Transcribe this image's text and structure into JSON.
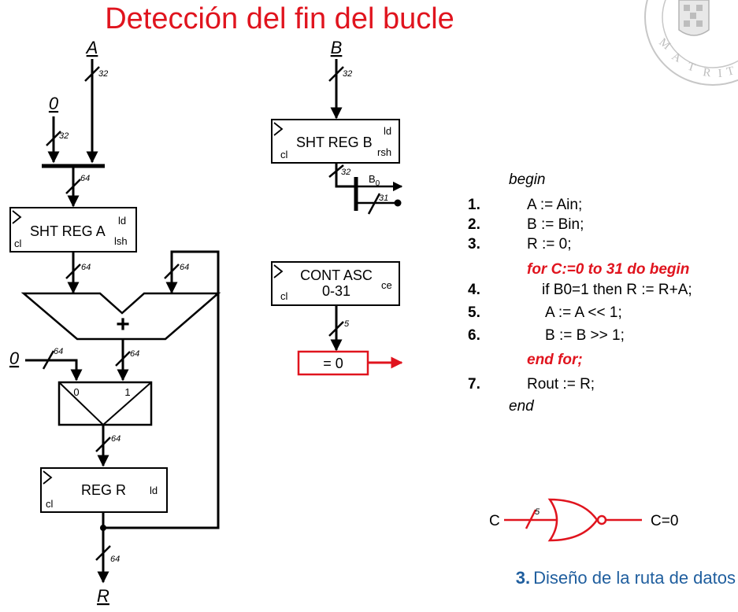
{
  "title": "Detección del fin del bucle",
  "colors": {
    "accent": "#e0141e",
    "footer_blue": "#1f5e9e",
    "ink": "#000000"
  },
  "signals": {
    "a": "A",
    "b": "B",
    "zero_top": "0",
    "zero_mid": "0",
    "r": "R"
  },
  "widths": {
    "a": "32",
    "zero": "32",
    "concat": "64",
    "rega_out": "64",
    "fb": "64",
    "sum": "64",
    "zero_mid": "64",
    "mux_out": "64",
    "r_out": "64",
    "b": "32",
    "regb_out": "32",
    "b31": "31",
    "cnt": "5",
    "nor_in": "5"
  },
  "blocks": {
    "rega": {
      "name": "SHT REG A",
      "sub": "lsh",
      "ld": "ld",
      "cl": "cl"
    },
    "regb": {
      "name": "SHT REG B",
      "sub": "rsh",
      "ld": "ld",
      "cl": "cl"
    },
    "regr": {
      "name": "REG R",
      "ld": "ld",
      "cl": "cl"
    },
    "cont": {
      "line1": "CONT ASC",
      "line2": "0-31",
      "ce": "ce",
      "cl": "cl"
    },
    "adder": "+",
    "mux": {
      "in0": "0",
      "in1": "1"
    },
    "cmp": "= 0",
    "b0": {
      "base": "B",
      "sub": "0"
    }
  },
  "algorithm": {
    "begin": "begin",
    "end": "end",
    "lines": [
      {
        "num": "1.",
        "text": "A := Ain;"
      },
      {
        "num": "2.",
        "text": "B := Bin;"
      },
      {
        "num": "3.",
        "text": "R := 0;"
      },
      {
        "num": "",
        "text": "for C:=0 to 31 do begin"
      },
      {
        "num": "4.",
        "text": "if B0=1 then R := R+A;"
      },
      {
        "num": "5.",
        "text": "A := A << 1;"
      },
      {
        "num": "6.",
        "text": "B := B >> 1;"
      },
      {
        "num": "",
        "text": "end for;"
      },
      {
        "num": "7.",
        "text": "Rout := R;"
      }
    ]
  },
  "nor": {
    "input": "C",
    "output": "C=0",
    "width": "5"
  },
  "footer": {
    "number": "3.",
    "text": "Diseño de la ruta de datos"
  },
  "seal": {
    "letters": "MATRIT"
  }
}
